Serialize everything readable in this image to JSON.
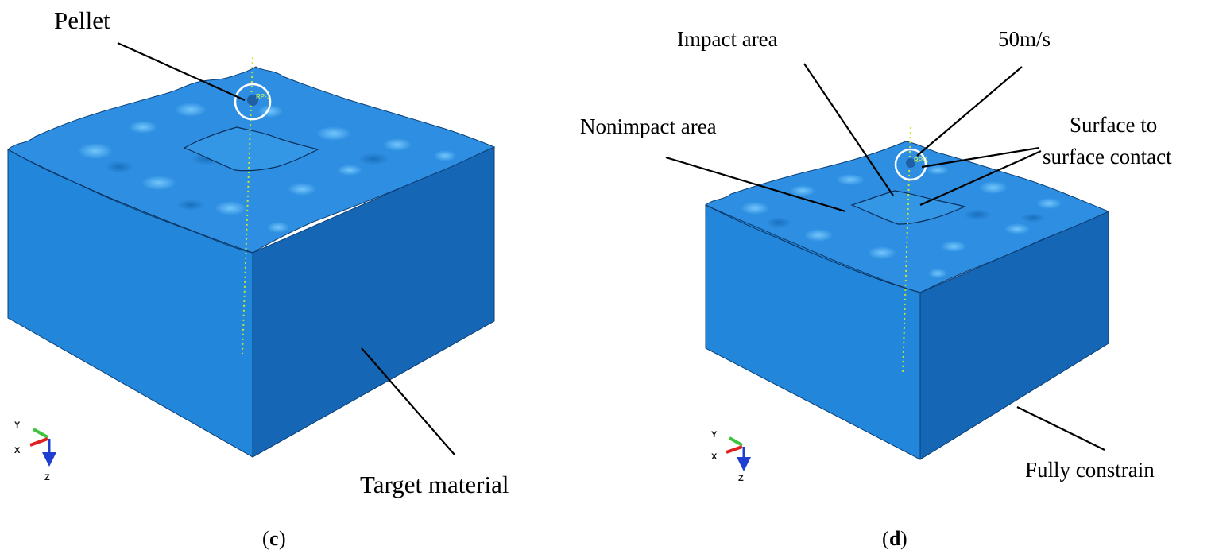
{
  "colors": {
    "top_surface": "#2d8fe0",
    "front_face": "#1f7fd6",
    "side_face": "#1565b4",
    "refline": "#c8e632",
    "marker": "#ffffff",
    "leader": "#000000"
  },
  "panel_c": {
    "caption_letter": "c",
    "labels": {
      "pellet": "Pellet",
      "target_material": "Target material"
    },
    "marker_text": "RP-1"
  },
  "panel_d": {
    "caption_letter": "d",
    "labels": {
      "impact_area": "Impact area",
      "velocity": "50m/s",
      "nonimpact_area": "Nonimpact area",
      "contact_line1": "Surface to",
      "contact_line2": "surface contact",
      "fully_constrain": "Fully constrain"
    },
    "marker_text": "RP-1"
  },
  "triad": {
    "y": "Y",
    "x": "X",
    "z": "Z",
    "y_color": "#3fc43f",
    "x_color": "#e02020",
    "z_color": "#1f3fd0"
  }
}
